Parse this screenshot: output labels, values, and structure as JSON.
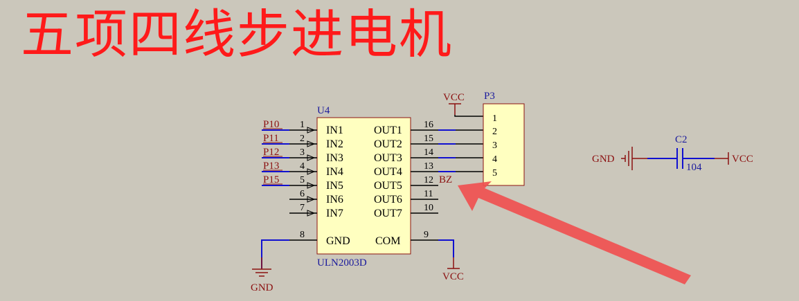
{
  "title": "五项四线步进电机",
  "u4": {
    "ref": "U4",
    "part": "ULN2003D",
    "inputs": [
      {
        "num": "1",
        "name": "IN1",
        "net": "P10"
      },
      {
        "num": "2",
        "name": "IN2",
        "net": "P11"
      },
      {
        "num": "3",
        "name": "IN3",
        "net": "P12"
      },
      {
        "num": "4",
        "name": "IN4",
        "net": "P13"
      },
      {
        "num": "5",
        "name": "IN5",
        "net": "P15"
      },
      {
        "num": "6",
        "name": "IN6",
        "net": ""
      },
      {
        "num": "7",
        "name": "IN7",
        "net": ""
      }
    ],
    "outputs": [
      {
        "num": "16",
        "name": "OUT1"
      },
      {
        "num": "15",
        "name": "OUT2"
      },
      {
        "num": "14",
        "name": "OUT3"
      },
      {
        "num": "13",
        "name": "OUT4"
      },
      {
        "num": "12",
        "name": "OUT5",
        "net": "BZ"
      },
      {
        "num": "11",
        "name": "OUT6"
      },
      {
        "num": "10",
        "name": "OUT7"
      }
    ],
    "gnd": {
      "num": "8",
      "name": "GND"
    },
    "com": {
      "num": "9",
      "name": "COM"
    }
  },
  "p3": {
    "ref": "P3",
    "pins": [
      "1",
      "2",
      "3",
      "4",
      "5"
    ]
  },
  "c2": {
    "ref": "C2",
    "value": "104"
  },
  "nets": {
    "vcc": "VCC",
    "gnd": "GND"
  },
  "colors": {
    "title": "#ff1a1a",
    "wire_blue": "#1010d0",
    "net_red": "#8b1010",
    "ref_blue": "#1a1a9c",
    "body": "#ffffc0",
    "arrow": "#f05050"
  }
}
